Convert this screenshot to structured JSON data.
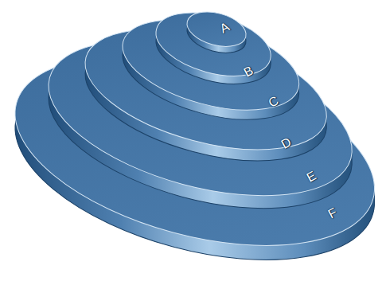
{
  "diagram": {
    "nodes": [
      {
        "text": [
          "F"
        ]
      },
      {
        "text": [
          "E"
        ],
        "in": 0
      },
      {
        "text": [
          "D"
        ],
        "in": 1
      },
      {
        "text": [
          "C"
        ],
        "in": 2
      },
      {
        "text": [
          "B"
        ],
        "in": 3
      },
      {
        "text": [
          "A"
        ],
        "in": 4
      }
    ]
  }
}
